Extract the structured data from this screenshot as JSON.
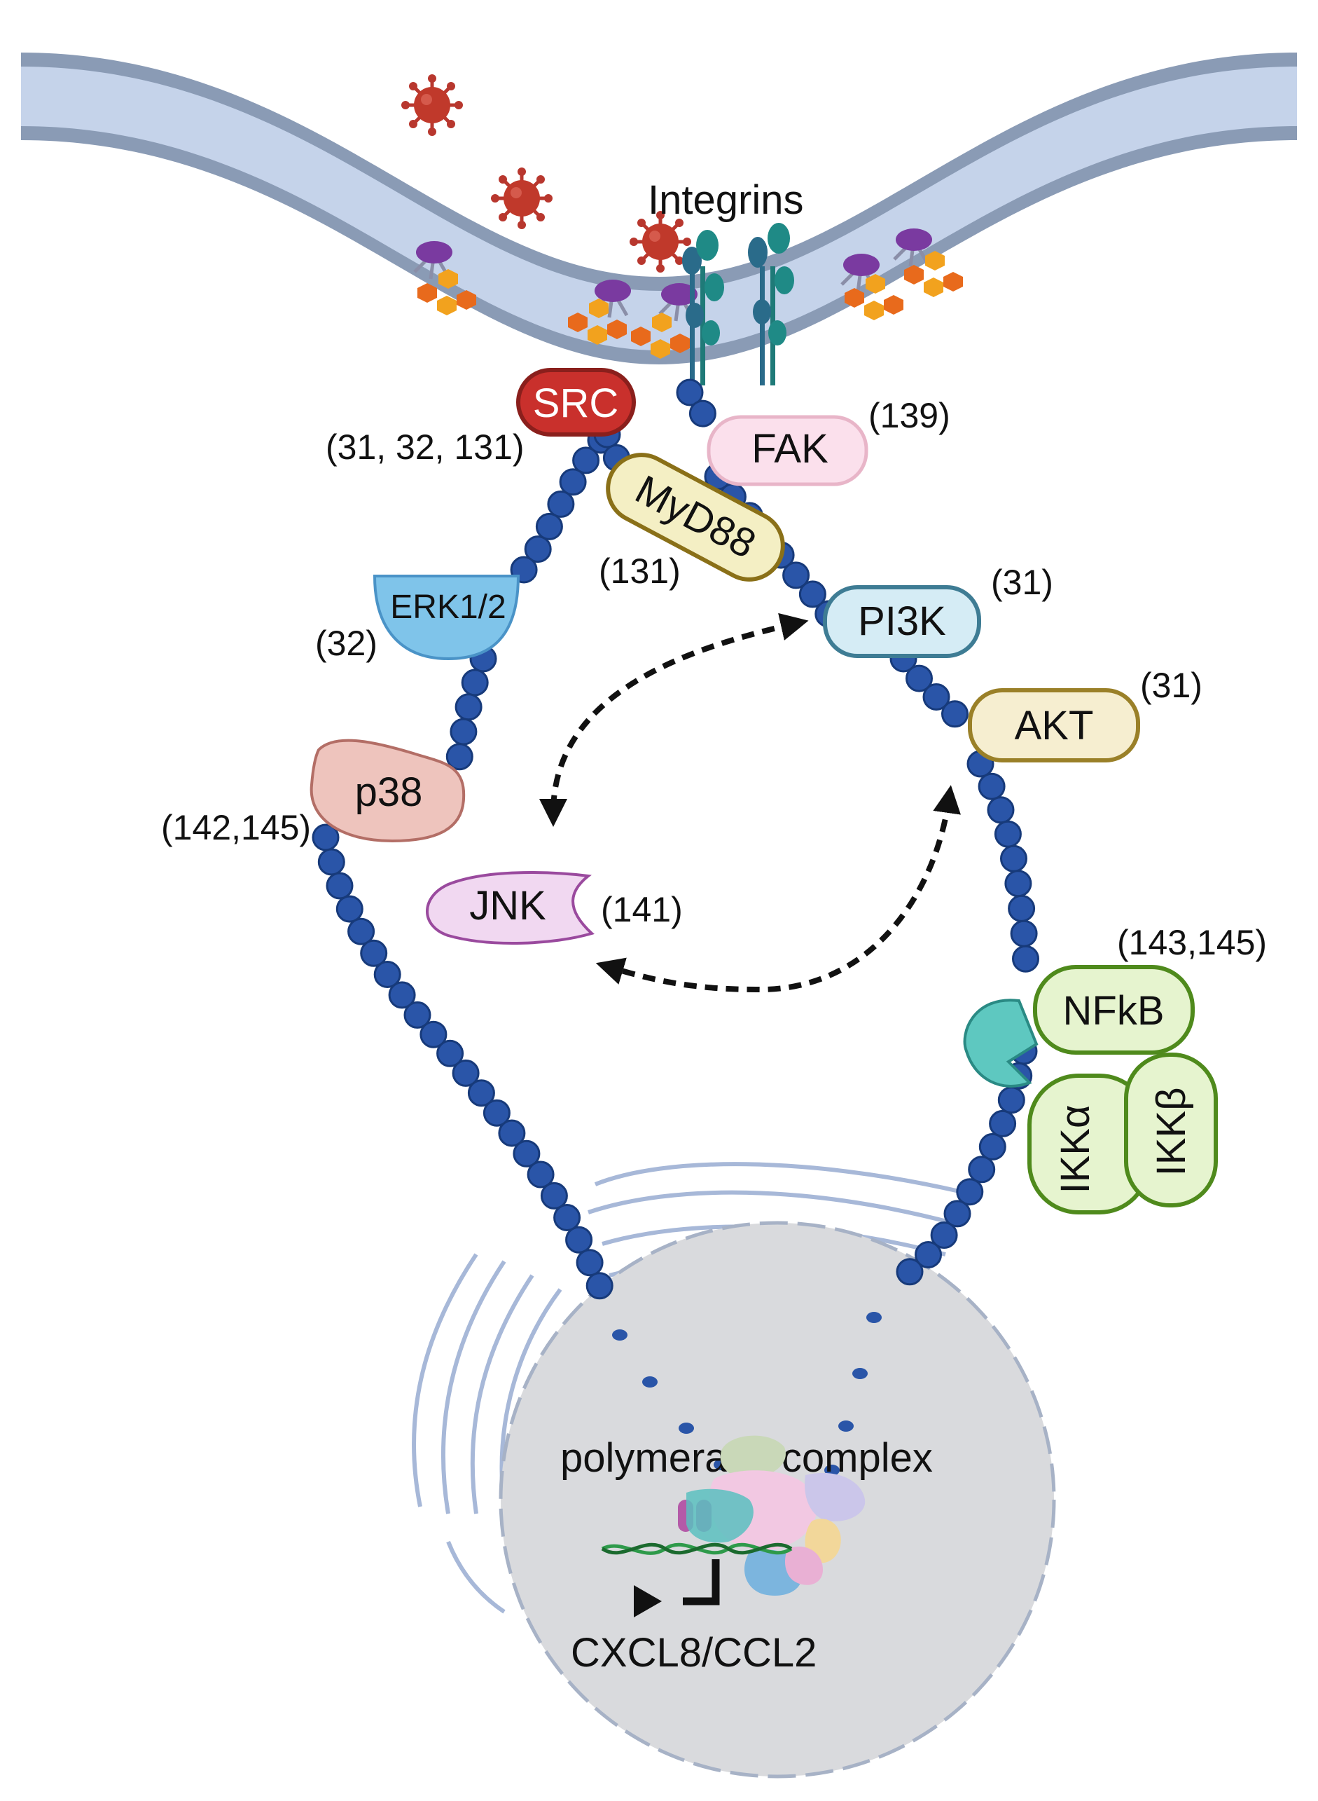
{
  "labels": {
    "integrins": "Integrins",
    "src": "SRC",
    "fak": "FAK",
    "myd88": "MyD88",
    "erk": "ERK1/2",
    "pi3k": "PI3K",
    "akt": "AKT",
    "p38": "p38",
    "jnk": "JNK",
    "nfkb": "NFkB",
    "ikka": "IKKα",
    "ikkb": "IKKβ",
    "polymerase": "polymerase complex",
    "genes": "CXCL8/CCL2"
  },
  "refs": {
    "src": "(31, 32, 131)",
    "fak": "(139)",
    "myd88": "(131)",
    "erk": "(32)",
    "pi3k": "(31)",
    "akt": "(31)",
    "p38": "(142,145)",
    "jnk": "(141)",
    "nfkb": "(143,145)"
  },
  "colors": {
    "membrane_outer": "#8a9bb5",
    "membrane_inner": "#c5d3ea",
    "chain_bead": "#2a55a8",
    "virus": "#b8372e",
    "src_fill": "#c9302c",
    "fak_fill": "#fbe0ec",
    "myd88_fill": "#f4efc4",
    "erk_fill": "#7fc4ea",
    "pi3k_fill": "#d5ecf5",
    "akt_fill": "#f6eed0",
    "p38_fill": "#eec4bd",
    "jnk_fill": "#f1d8f1",
    "nfkb_fill": "#e6f4cf",
    "nucleus_fill": "#d9dadd"
  }
}
